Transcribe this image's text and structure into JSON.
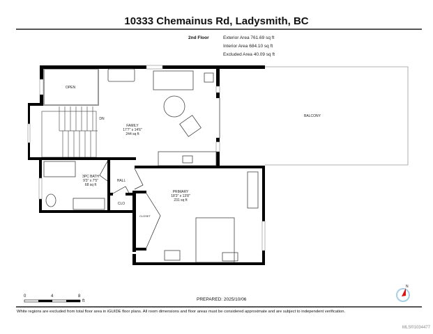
{
  "header": {
    "title": "10333 Chemainus Rd, Ladysmith, BC",
    "floor": "2nd Floor",
    "exterior_area": "Exterior Area 761.69 sq ft",
    "interior_area": "Interior Area 684.10 sq ft",
    "excluded_area": "Excluded Area 40.09 sq ft"
  },
  "rooms": {
    "open": {
      "name": "OPEN"
    },
    "family": {
      "name": "FAMILY",
      "dims": "17'7\" x 14'6\"",
      "area": "244 sq ft"
    },
    "bath": {
      "name": "3PC BATH",
      "dims": "9'3\" x 7'5\"",
      "area": "68 sq ft"
    },
    "hall": {
      "name": "HALL"
    },
    "clo": {
      "name": "CLO"
    },
    "closet": {
      "name": "CLOSET"
    },
    "primary": {
      "name": "PRIMARY",
      "dims": "18'3\" x 13'8\"",
      "area": "231 sq ft"
    },
    "balcony": {
      "name": "BALCONY"
    },
    "stairs": {
      "label": "DN"
    }
  },
  "scale": {
    "ticks": [
      "0",
      "4",
      "8"
    ],
    "unit": "ft"
  },
  "compass": {
    "label": "N"
  },
  "footer": {
    "prepared": "PREPARED: 2025/10/06",
    "disclaimer": "White regions are excluded from total floor area in iGUIDE floor plans. All room dimensions and floor areas must be considered approximate and are subject to independent verification.",
    "mls": "MLS®1034477"
  }
}
